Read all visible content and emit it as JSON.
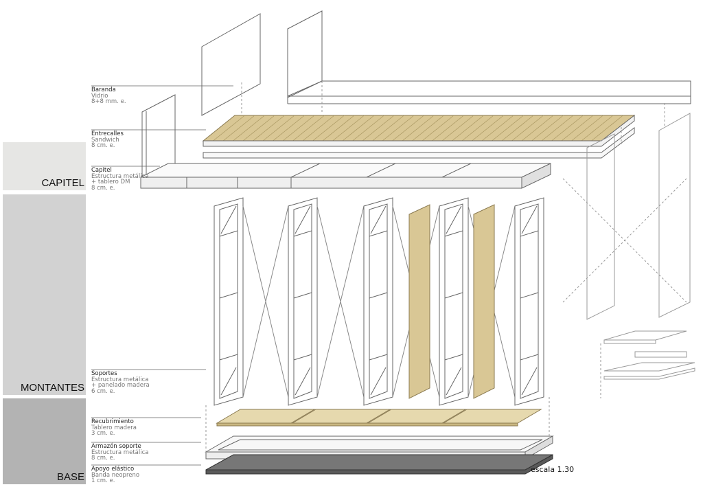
{
  "bands": [
    {
      "id": "capitel",
      "label": "CAPITEL",
      "color": "#e6e6e4"
    },
    {
      "id": "montantes",
      "label": "MONTANTES",
      "color": "#d2d2d2"
    },
    {
      "id": "base",
      "label": "BASE",
      "color": "#b3b3b3"
    }
  ],
  "labels": [
    {
      "title": "Baranda",
      "lines": [
        "Vidrio",
        "8+8 mm. e."
      ]
    },
    {
      "title": "Entrecalles",
      "lines": [
        "Sandwich",
        "8 cm. e."
      ]
    },
    {
      "title": "Capitel",
      "lines": [
        "Estructura metálica",
        "+ tablero DM",
        "8 cm. e."
      ]
    },
    {
      "title": "Soportes",
      "lines": [
        "Estructura metálica",
        "+ panelado madera",
        "6 cm. e."
      ]
    },
    {
      "title": "Recubrimiento",
      "lines": [
        "Tablero madera",
        "3 cm. e."
      ]
    },
    {
      "title": "Armazón soporte",
      "lines": [
        "Estructura metálica",
        "8 cm. e."
      ]
    },
    {
      "title": "Apoyo elástico",
      "lines": [
        "Banda neopreno",
        "1 cm. e."
      ]
    }
  ],
  "scale": "escala 1.30",
  "colors": {
    "wood": "#d9c795",
    "wood_light": "#e6d9ae",
    "line": "#555555",
    "neoprene": "#5a5a5a"
  }
}
